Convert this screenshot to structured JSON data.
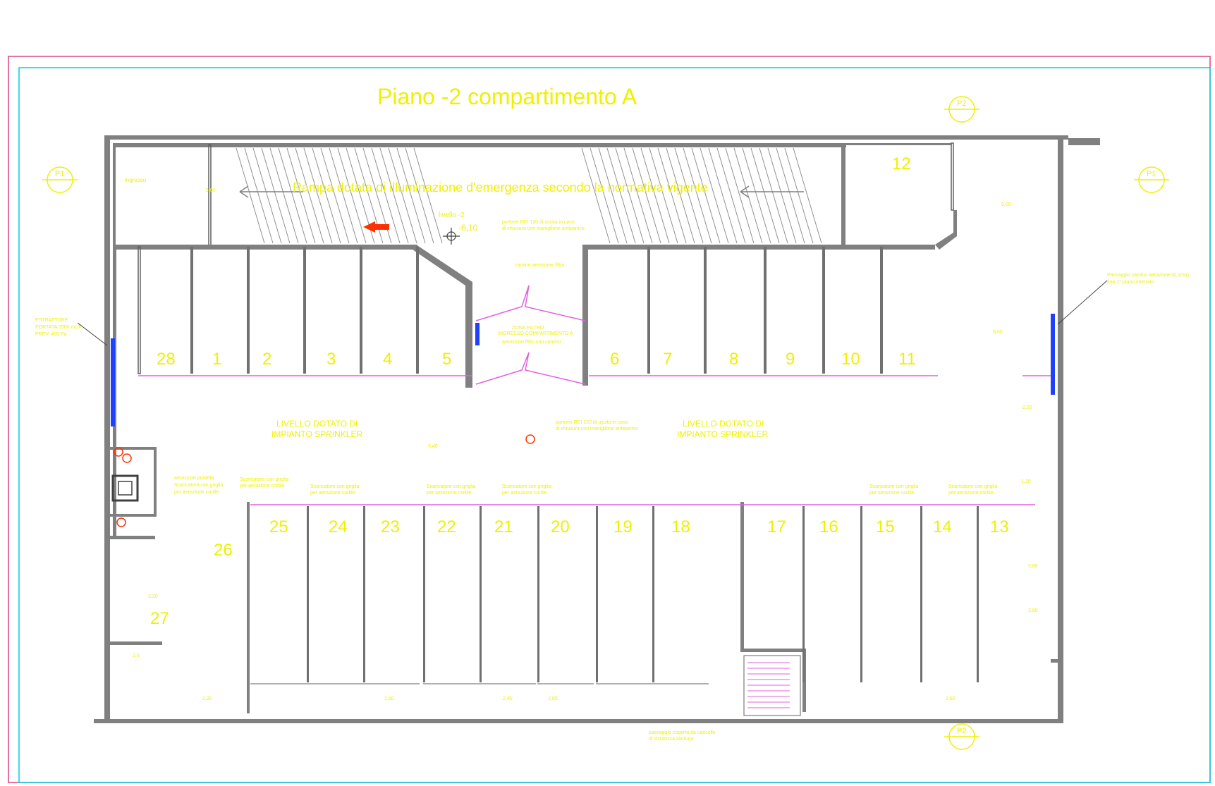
{
  "title": "Piano -2 compartimento A",
  "ramp_label": "Rampa dotata di illuminazione d'emergenza secondo la normativa vigente",
  "level_label": "livello -2",
  "level_value": "-6,10",
  "entrance_label": "ingresso",
  "sprinkler_label_1": "LIVELLO DOTATO DI",
  "sprinkler_label_2": "IMPIANTO SPRINKLER",
  "zona_filtro": [
    "ZONA FILTRO",
    "INGRESSO COMPARTIMENTO A",
    "areazione filtro con camino"
  ],
  "estrattore": [
    "ESTRATTORE",
    "PORTATA 2500 mc/h",
    "PREV. 400 Pa"
  ],
  "porta_top": [
    "portone REI 120 di uscita in caso",
    "di chiusura con maniglione antipanico"
  ],
  "porta_bottom": [
    "portone REI 120 di uscita in caso",
    "di chiusura con maniglione antipanico"
  ],
  "camino_label": "camino aerazione filtro",
  "passaggio_label": [
    "Passaggio camino aerazione (0,1mq)",
    "fino 1° piano interrato"
  ],
  "scarico_label": [
    "aerazione protetta",
    "Scaricatore con griglia",
    "per aerazione cortile"
  ],
  "griglia_label": [
    "Scaricatore con griglia",
    "per aerazione cortile"
  ],
  "bottom_note": [
    "passaggio coperto da cancello",
    "di sicurezza via fuga"
  ],
  "axis_markers": [
    "P1",
    "P1",
    "P2",
    "P2"
  ],
  "boxes_top": [
    "28",
    "1",
    "2",
    "3",
    "4",
    "5",
    "6",
    "7",
    "8",
    "9",
    "10",
    "11"
  ],
  "boxes_bottom": [
    "25",
    "24",
    "23",
    "22",
    "21",
    "20",
    "19",
    "18",
    "17",
    "16",
    "15",
    "14",
    "13"
  ],
  "box_12": "12",
  "box_26": "26",
  "box_27": "27",
  "dim_labels": [
    "5,00",
    "5,00",
    "5,00",
    "5,40",
    "2,0",
    "2,20",
    "2,50",
    "2,40",
    "2,85",
    "2,60",
    "2,20",
    "2,20",
    "1,30",
    "2,80",
    "2,60"
  ],
  "colors": {
    "text": "#f0f000",
    "wall": "#808080",
    "magenta": "#e060e0",
    "cyan": "#00d0e0",
    "red": "#ff3000",
    "blue": "#2040ff"
  }
}
